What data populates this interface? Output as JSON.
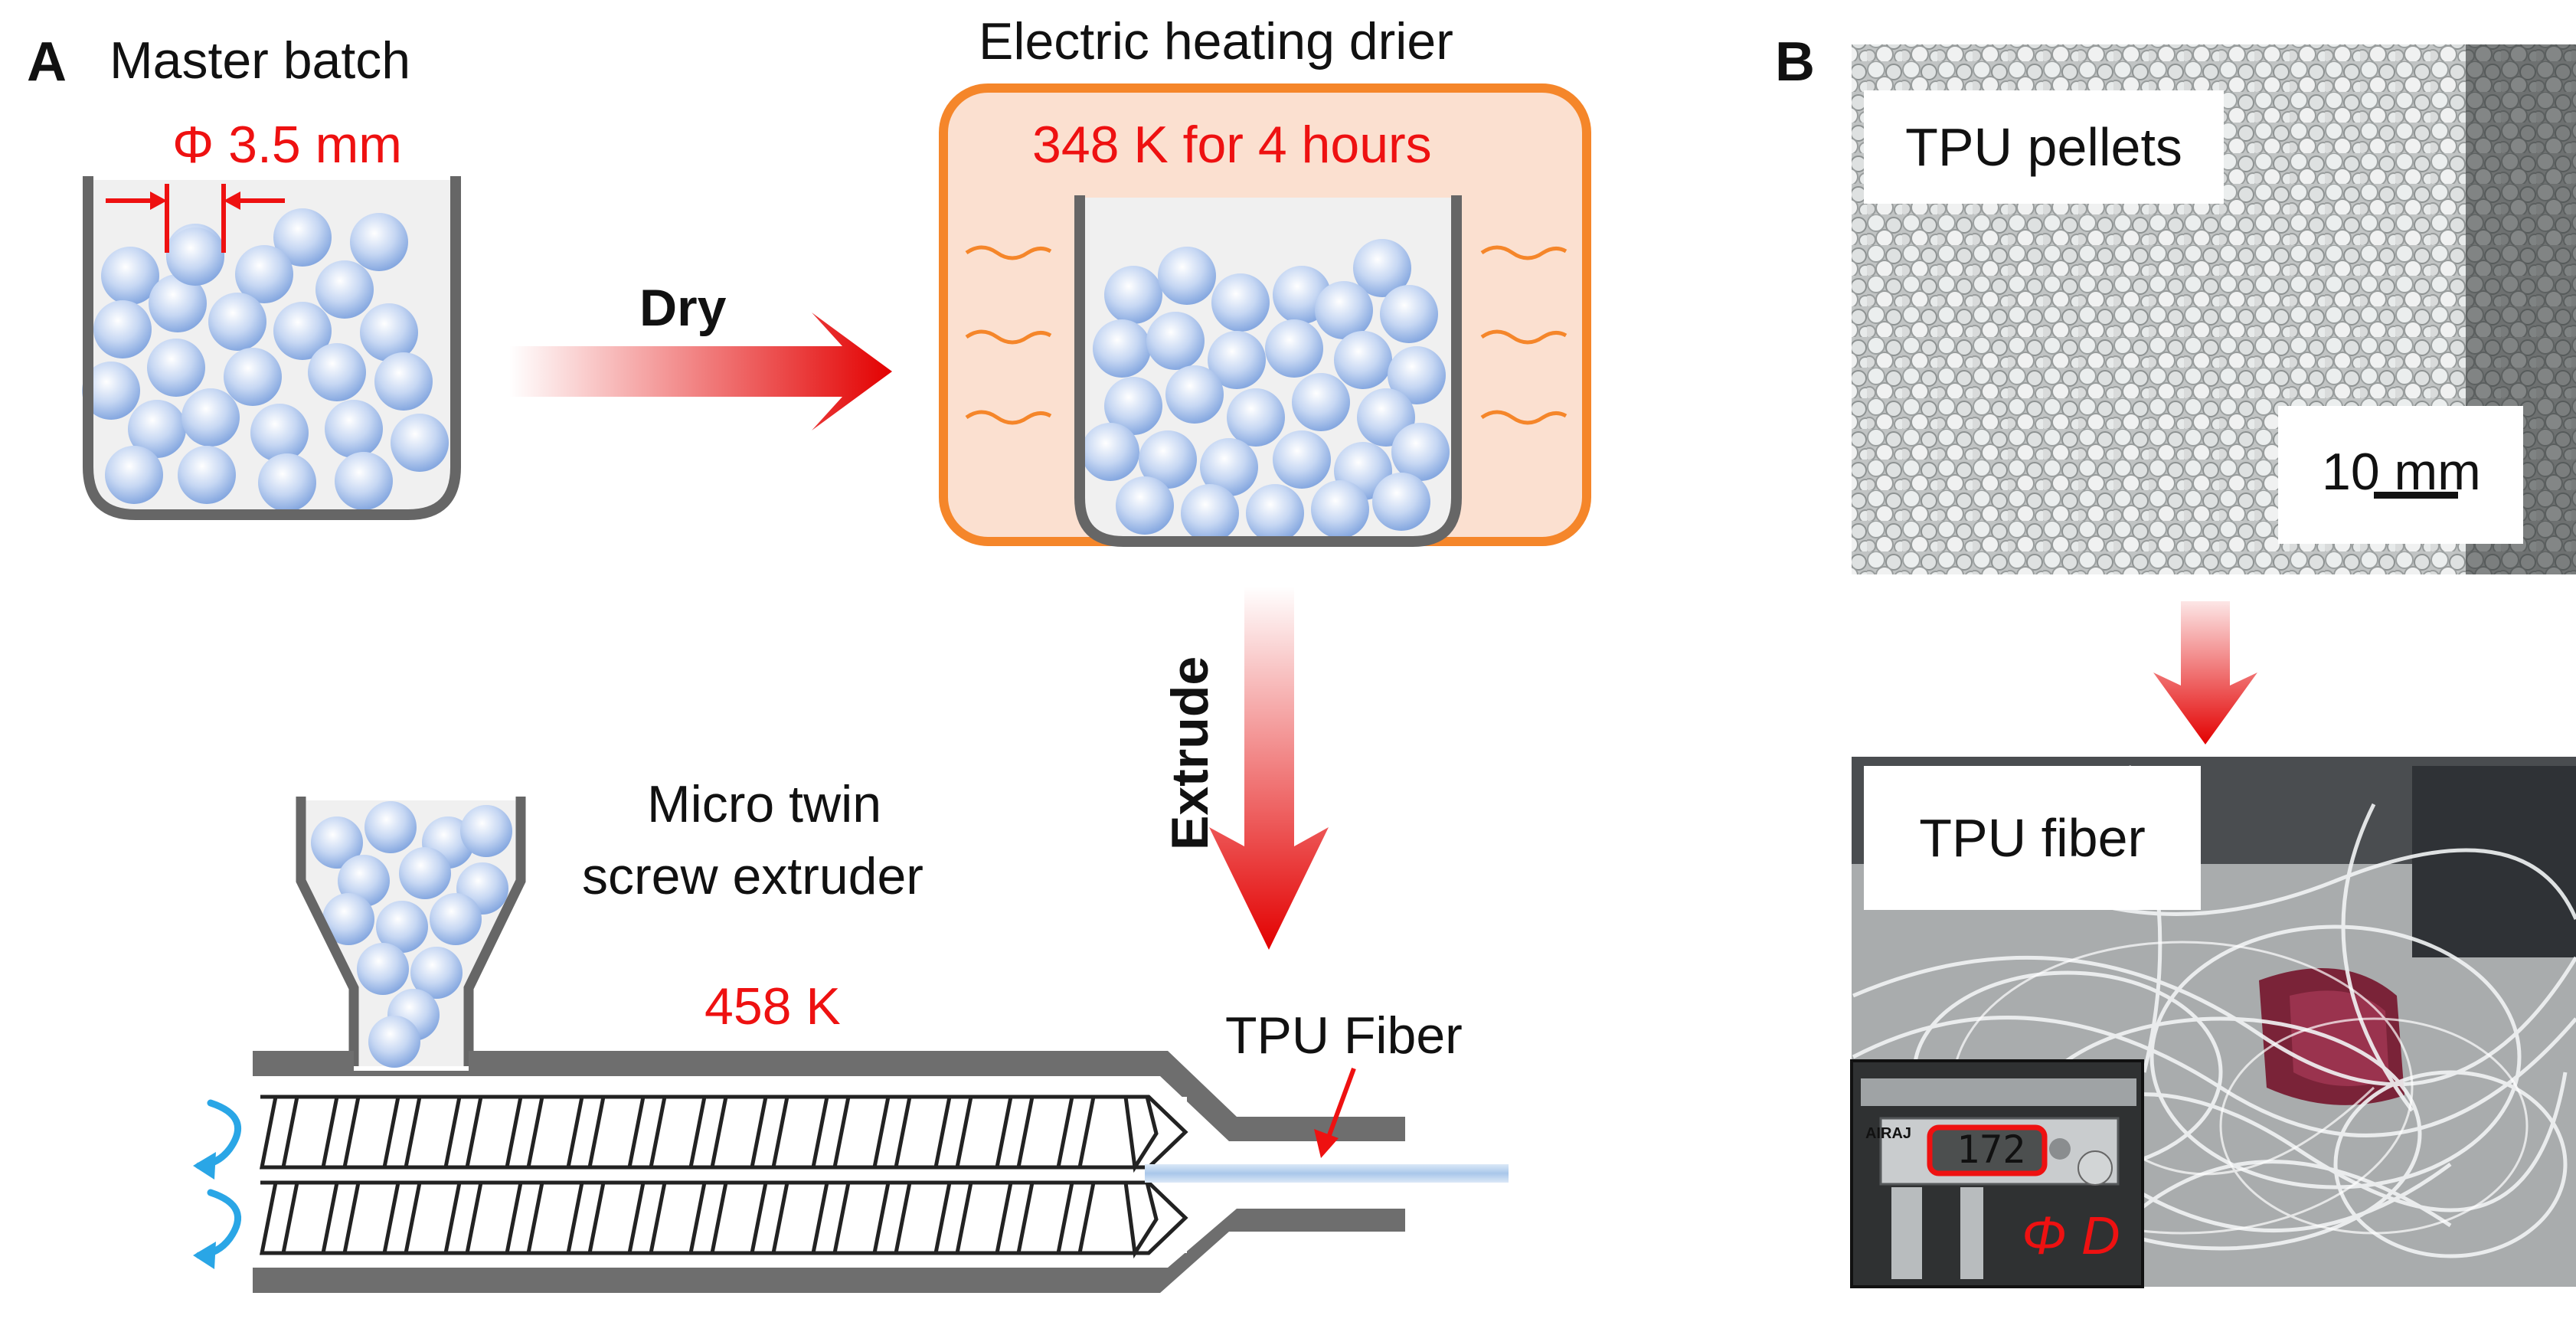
{
  "panel_a": {
    "letter": "A",
    "master_batch": "Master batch",
    "diameter": "Φ 3.5 mm",
    "dry": "Dry",
    "drier_title": "Electric heating drier",
    "drier_condition": "348 K for 4 hours",
    "extrude": "Extrude",
    "extruder_title_line1": "Micro twin",
    "extruder_title_line2": "screw extruder",
    "temperature": "458 K",
    "tpu_fiber": "TPU Fiber"
  },
  "panel_b": {
    "letter": "B",
    "pellets_label": "TPU pellets",
    "scale_bar": "10 mm",
    "fiber_label": "TPU fiber",
    "caliper_reading": "172",
    "caliper_brand": "AIRAJ",
    "phi_d": "Φ D"
  },
  "colors": {
    "accent_red": "#ee1111",
    "drier_border": "#f5862a",
    "drier_fill": "#fbe0d0",
    "vessel_gray": "#666666",
    "pellet_blue": "#a7c2ec",
    "rotation_arrow": "#2aa6e6",
    "fiber_blue": "#bcd6ef"
  },
  "icons": [
    "pellet-icon",
    "rotation-arrow-icon",
    "heat-wave-icon",
    "gradient-arrow-icon",
    "caliper-icon"
  ]
}
